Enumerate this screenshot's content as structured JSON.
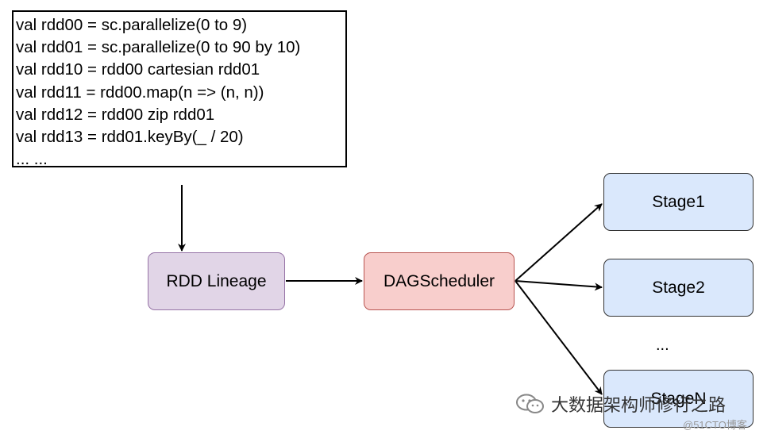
{
  "code": {
    "lines": [
      "val rdd00 = sc.parallelize(0 to 9)",
      "val rdd01 = sc.parallelize(0 to 90 by 10)",
      "val rdd10 = rdd00 cartesian rdd01",
      "val rdd11 = rdd00.map(n => (n, n))",
      "val rdd12 = rdd00 zip rdd01",
      "val rdd13 = rdd01.keyBy(_ / 20)",
      "... ..."
    ]
  },
  "nodes": {
    "lineage": "RDD Lineage",
    "dag": "DAGScheduler",
    "stage1": "Stage1",
    "stage2": "Stage2",
    "stageN": "StageN",
    "ellipsis": "..."
  },
  "watermark": {
    "icon": "wechat-icon",
    "text": "大数据架构师修行之路",
    "sub": "@51CTO博客"
  },
  "colors": {
    "lineage_fill": "#e1d5e7",
    "lineage_stroke": "#9673a6",
    "dag_fill": "#f8cecc",
    "dag_stroke": "#b85450",
    "stage_fill": "#dae8fc",
    "stage_stroke": "#333333"
  }
}
